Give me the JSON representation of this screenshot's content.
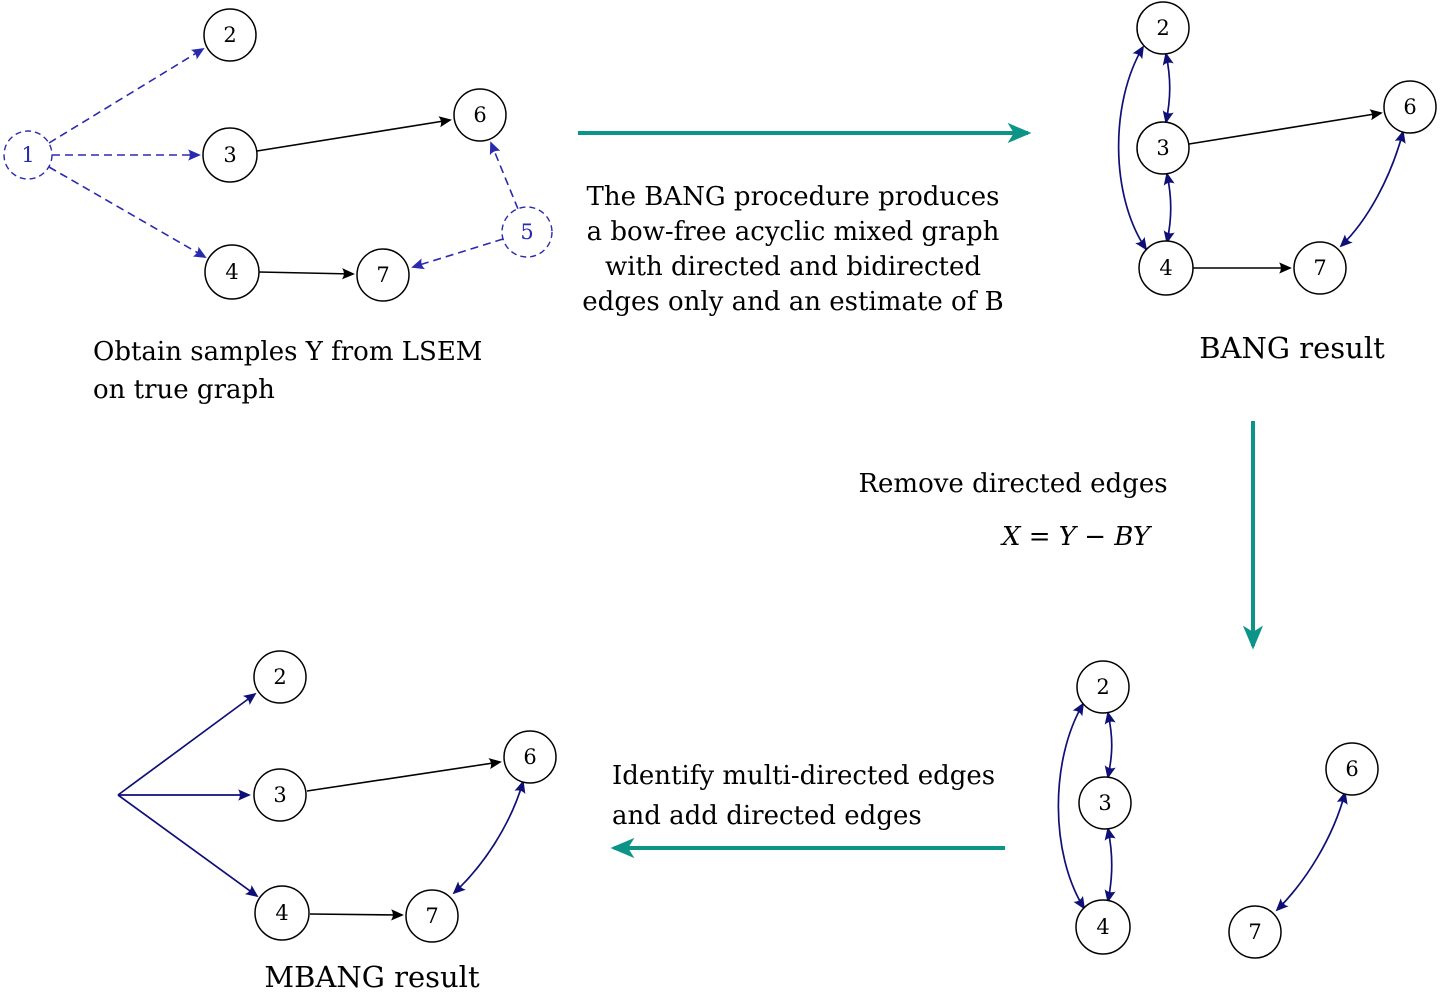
{
  "colors": {
    "teal_arrow": "#0d9488",
    "dashed_blue": "#2a2ab0",
    "bidirected_navy": "#0f0f78",
    "edge_black": "#000000",
    "node_fill": "#ffffff"
  },
  "graphs": {
    "true_graph": {
      "caption": [
        "Obtain samples Y from LSEM",
        "on true graph"
      ],
      "nodes": {
        "1": "1",
        "2": "2",
        "3": "3",
        "4": "4",
        "5": "5",
        "6": "6",
        "7": "7"
      }
    },
    "bang_result": {
      "caption": "BANG result",
      "nodes": {
        "2": "2",
        "3": "3",
        "4": "4",
        "6": "6",
        "7": "7"
      }
    },
    "residual_graph": {
      "nodes": {
        "2": "2",
        "3": "3",
        "4": "4",
        "6": "6",
        "7": "7"
      }
    },
    "mbang_result": {
      "caption": "MBANG result",
      "nodes": {
        "2": "2",
        "3": "3",
        "4": "4",
        "6": "6",
        "7": "7"
      }
    }
  },
  "annotations": {
    "bang_step": [
      "The BANG procedure produces",
      "a bow-free acyclic mixed graph",
      "with directed and bidirected",
      "edges only and an estimate of B"
    ],
    "remove_step": [
      "Remove directed edges",
      "X = Y − BY"
    ],
    "identify_step": [
      "Identify multi-directed edges",
      "and add directed edges"
    ]
  }
}
